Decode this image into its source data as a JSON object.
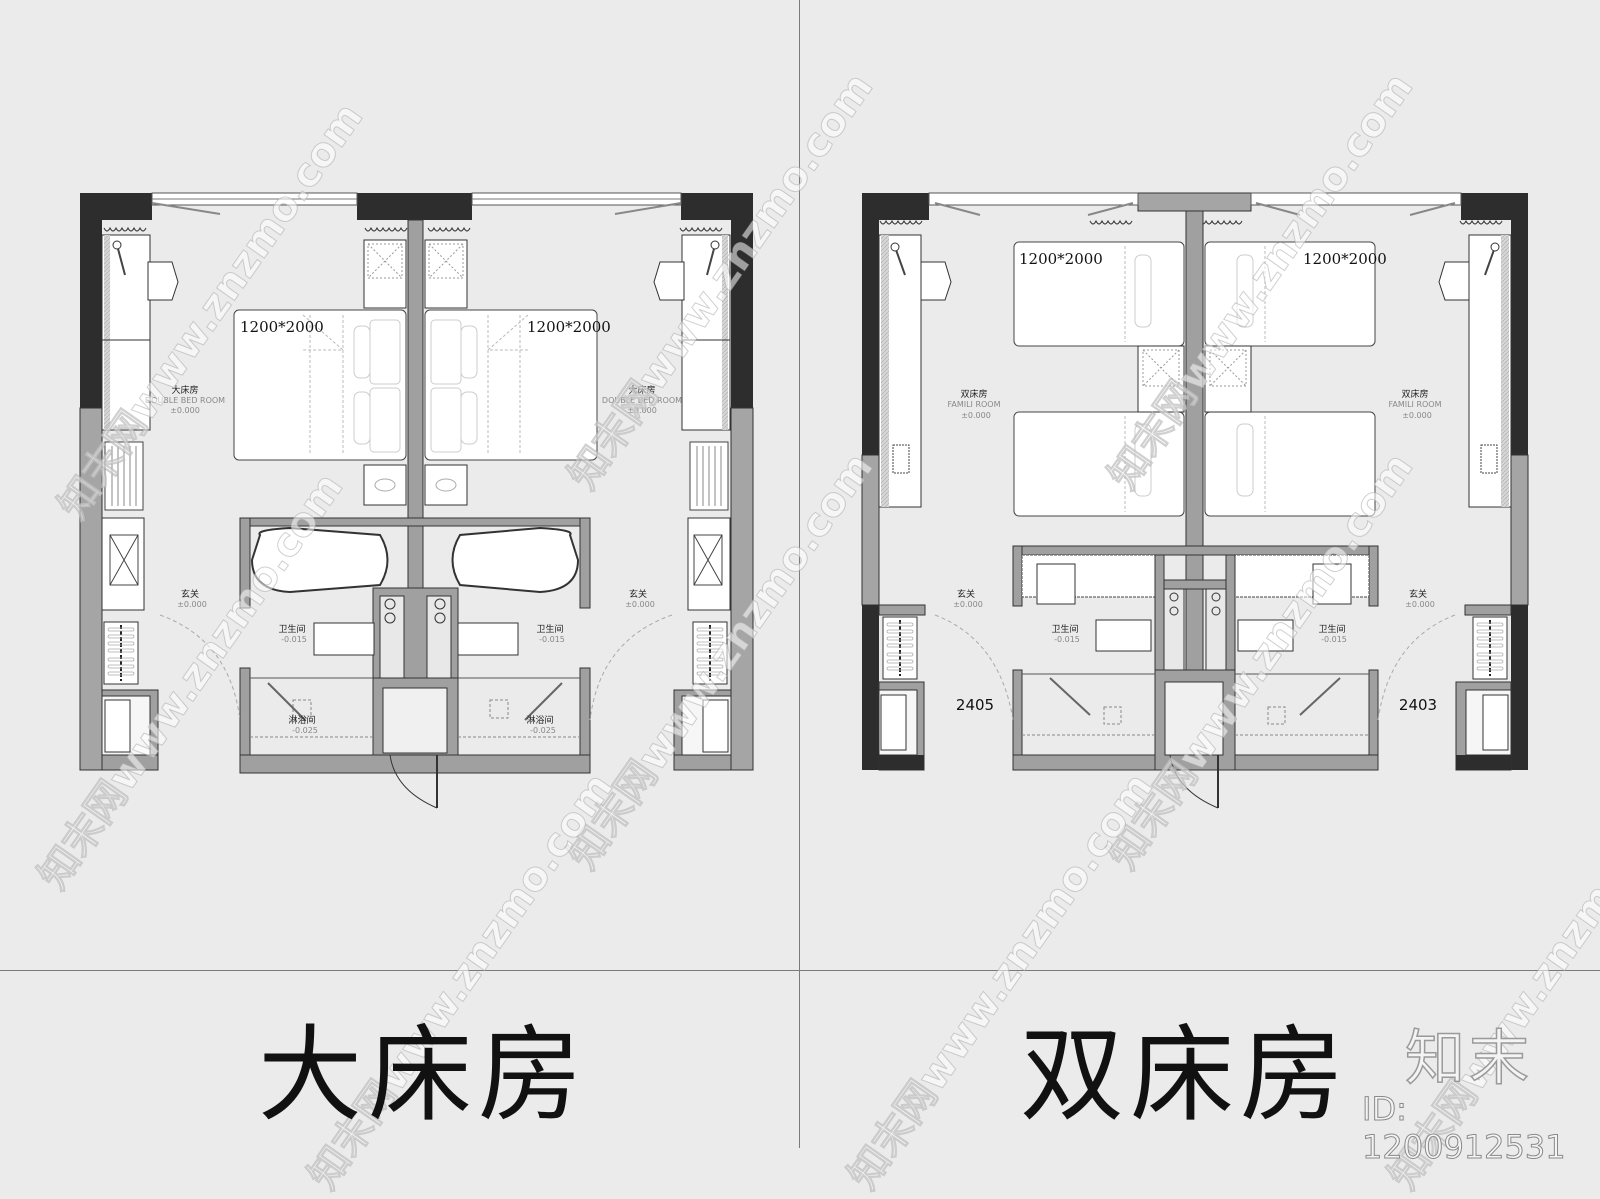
{
  "panels": [
    {
      "caption": "大床房",
      "bed_size_left": "1200*2000",
      "bed_size_right": "1200*2000",
      "room_label": "大床房",
      "room_label_en": "DOUBLE BED ROOM",
      "room_level": "±0.000",
      "foyer_label": "玄关",
      "foyer_level": "±0.000",
      "bath_label": "卫生间",
      "bath_level": "-0.015",
      "shower_label": "淋浴间",
      "shower_level": "-0.025"
    },
    {
      "caption": "双床房",
      "bed_size_left": "1200*2000",
      "bed_size_right": "1200*2000",
      "room_label": "双床房",
      "room_label_en": "FAMILI ROOM",
      "room_level": "±0.000",
      "foyer_label": "玄关",
      "foyer_level": "±0.000",
      "bath_label": "卫生间",
      "bath_level": "-0.015",
      "room_number_left": "2405",
      "room_number_right": "2403"
    }
  ],
  "branding": {
    "logo": "知末",
    "id_text": "ID: 1200912531",
    "watermark": "知末网www.znzmo.com"
  }
}
